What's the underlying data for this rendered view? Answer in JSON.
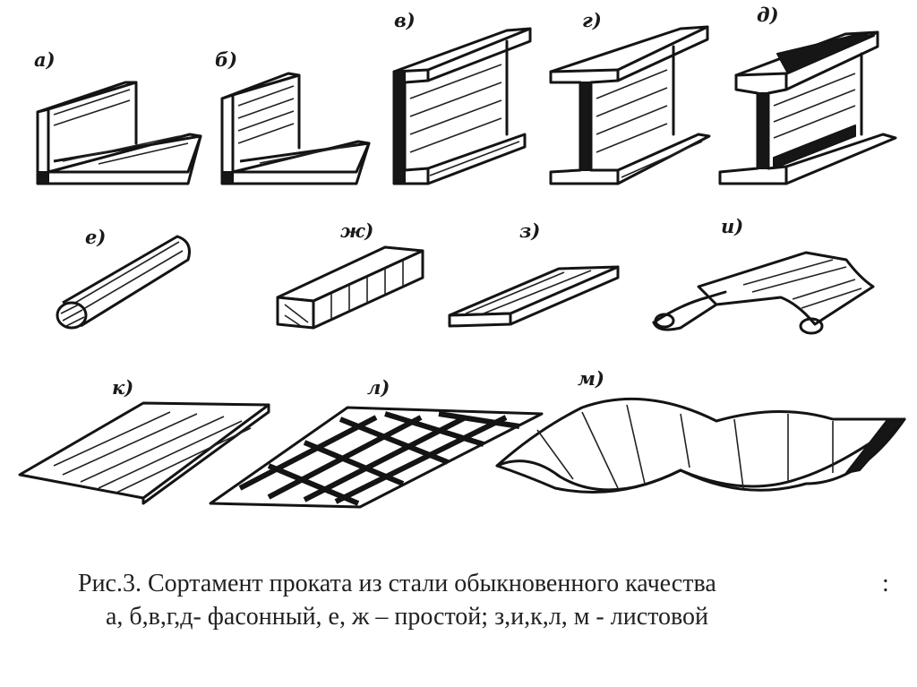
{
  "figure": {
    "labels": {
      "a": "а)",
      "b": "б)",
      "v": "в)",
      "g": "г)",
      "d": "д)",
      "e": "е)",
      "zh": "ж)",
      "z": "з)",
      "i": "и)",
      "k": "к)",
      "l": "л)",
      "m": "м)"
    },
    "items": [
      {
        "id": "a",
        "profile": "equal-angle"
      },
      {
        "id": "b",
        "profile": "unequal-angle"
      },
      {
        "id": "v",
        "profile": "channel"
      },
      {
        "id": "g",
        "profile": "i-beam"
      },
      {
        "id": "d",
        "profile": "rail"
      },
      {
        "id": "e",
        "profile": "round-bar"
      },
      {
        "id": "zh",
        "profile": "square-bar"
      },
      {
        "id": "z",
        "profile": "flat-strip"
      },
      {
        "id": "i",
        "profile": "bent-sheet"
      },
      {
        "id": "k",
        "profile": "flat-sheet"
      },
      {
        "id": "l",
        "profile": "checker-plate"
      },
      {
        "id": "m",
        "profile": "corrugated-sheet"
      }
    ]
  },
  "caption": {
    "line1": "Рис.3. Сортамент проката из стали обыкновенного качества",
    "colon": ":",
    "line2": "а, б,в,г,д- фасонный,  е, ж – простой;  з,и,к,л, м - листовой"
  }
}
